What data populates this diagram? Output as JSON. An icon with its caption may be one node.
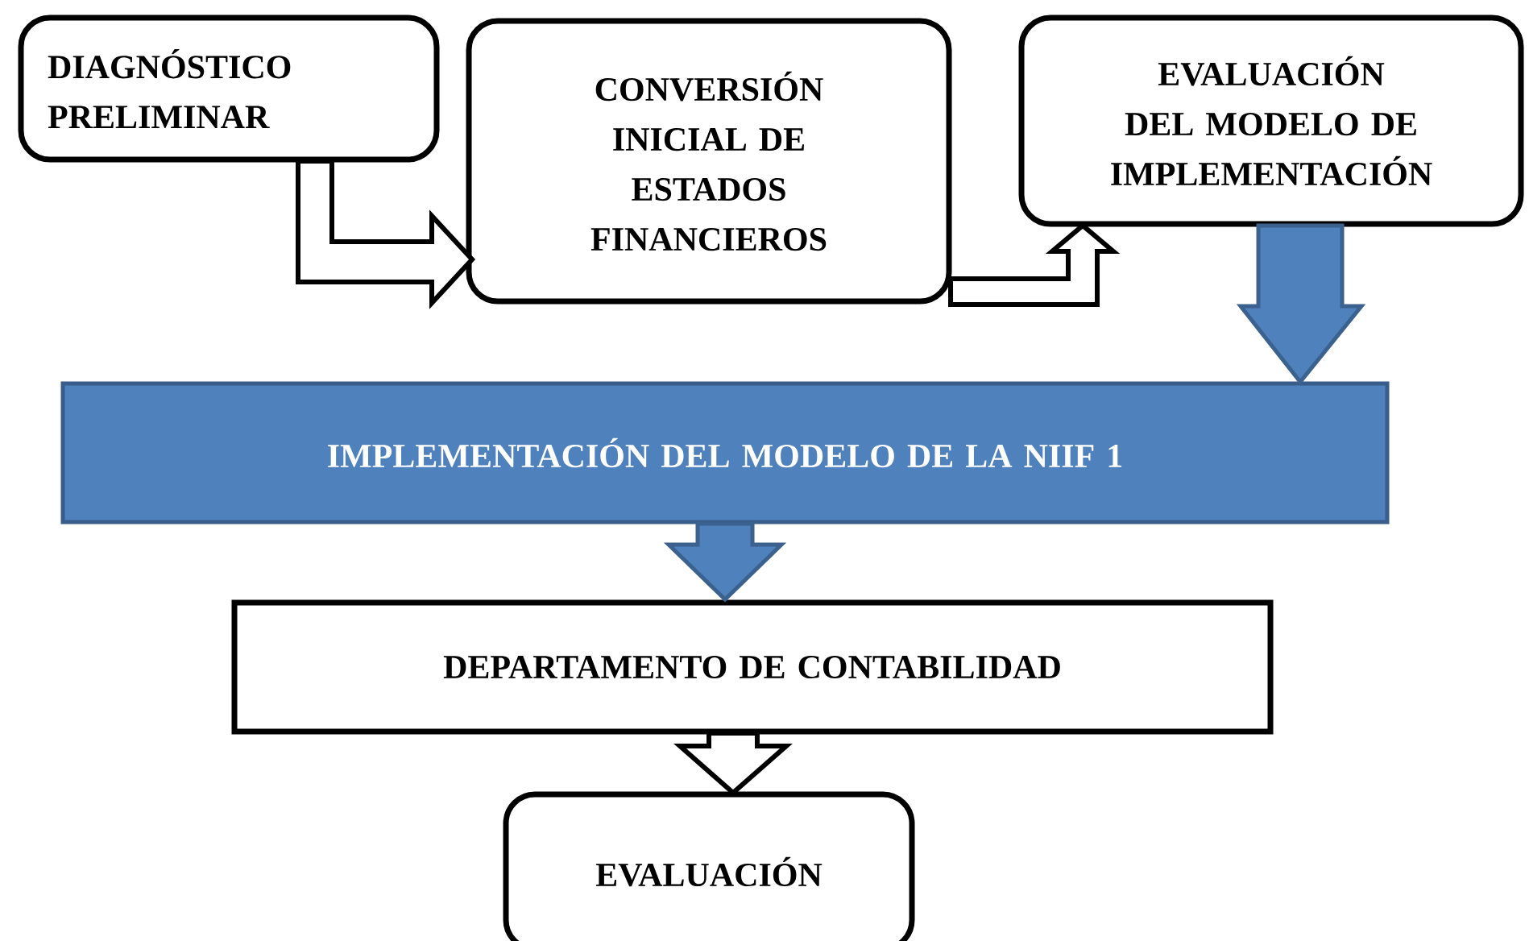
{
  "diagram": {
    "nodes": [
      {
        "text": [
          "DIAGNÓSTICO PRELIMINAR"
        ]
      },
      {
        "text": [
          "CONVERSIÓN INICIAL DE ESTADOS FINANCIEROS"
        ]
      },
      {
        "text": [
          "EVALUACIÓN DEL MODELO DE IMPLEMENTACIÓN"
        ]
      },
      {
        "text": [
          "IMPLEMENTACIÓN DEL MODELO DE LA NIIF 1"
        ]
      },
      {
        "text": [
          "DEPARTAMENTO DE CONTABILIDAD"
        ]
      },
      {
        "text": [
          "EVALUACIÓN"
        ]
      }
    ],
    "edges": [
      {
        "from": 0,
        "to": 1,
        "arrow": "to"
      },
      {
        "from": 1,
        "to": 2,
        "arrow": "to"
      },
      {
        "from": 2,
        "to": 3,
        "arrow": "to",
        "color": "#4f81bd"
      },
      {
        "from": 3,
        "to": 4,
        "arrow": "to",
        "color": "#4f81bd"
      },
      {
        "from": 4,
        "to": 5,
        "arrow": "to"
      }
    ]
  }
}
